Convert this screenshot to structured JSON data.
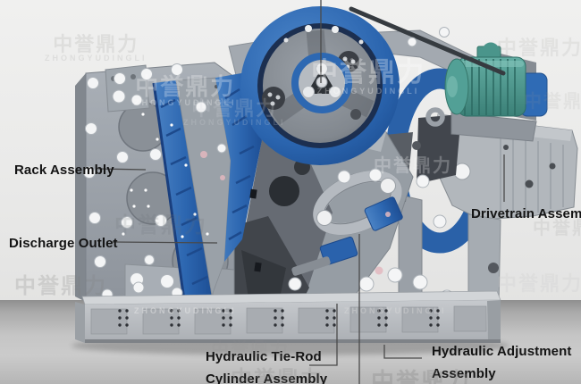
{
  "figure": {
    "title_hint": "jaw crusher component diagram",
    "labels": {
      "rack": "Rack Assembly",
      "discharge": "Discharge Outlet",
      "drivetrain": "Drivetrain Assembly",
      "tierod_1": "Hydraulic Tie-Rod",
      "tierod_2": "Cylinder Assembly",
      "adjust_1": "Hydraulic Adjustment",
      "adjust_2": "Assembly"
    },
    "watermark": {
      "cn": "中誉鼎力",
      "en": "ZHONGYUDINGLI"
    },
    "colors": {
      "accent_blue": "#2f6bb5",
      "machine_gray": "#9aa0a8",
      "motor_teal": "#4f9c92",
      "label_text": "#141414"
    }
  }
}
